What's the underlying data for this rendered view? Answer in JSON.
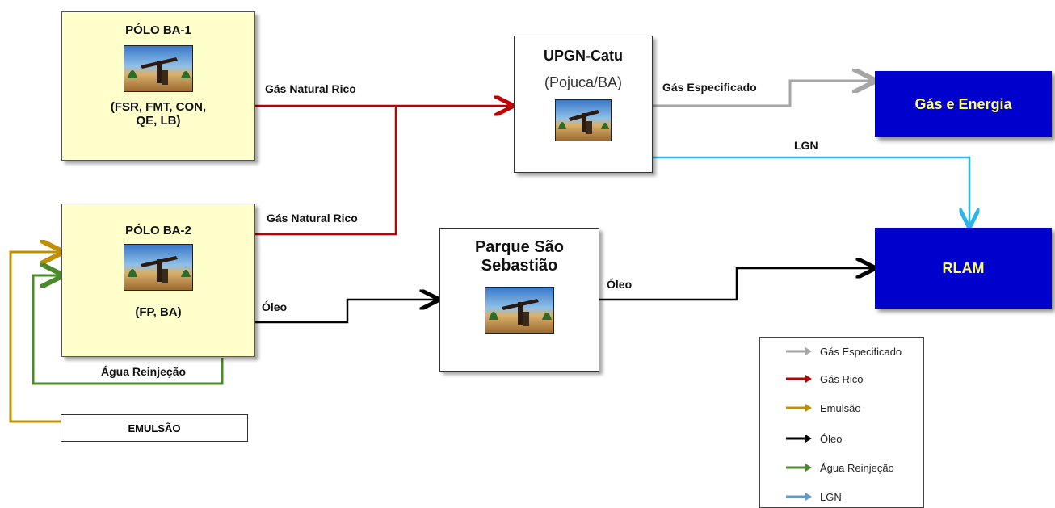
{
  "nodes": {
    "polo_ba1": {
      "title": "PÓLO BA-1",
      "subtitle_line1": "(FSR, FMT, CON,",
      "subtitle_line2": "QE, LB)"
    },
    "polo_ba2": {
      "title": "PÓLO BA-2",
      "subtitle": "(FP, BA)"
    },
    "upgn": {
      "title": "UPGN-Catu",
      "subtitle": "(Pojuca/BA)"
    },
    "parque": {
      "title_line1": "Parque São",
      "title_line2": "Sebastião"
    },
    "gas_energia": {
      "title": "Gás e Energia"
    },
    "rlam": {
      "title": "RLAM"
    },
    "emulsao": {
      "title": "EMULSÃO"
    }
  },
  "flow_labels": {
    "gas_rico_1": "Gás Natural  Rico",
    "gas_rico_2": "Gás Natural Rico",
    "gas_especificado": "Gás Especificado",
    "lgn": "LGN",
    "oleo_1": "Óleo",
    "oleo_2": "Óleo",
    "agua": "Água Reinjeção"
  },
  "colors": {
    "gas_especificado": "#a6a6a6",
    "gas_rico": "#c00000",
    "emulsao": "#c09000",
    "oleo": "#000000",
    "agua": "#4a8a2a",
    "lgn": "#2eb4e8",
    "box_blue": "#0000cc",
    "box_text": "#ffff66"
  },
  "legend": [
    {
      "label": "Gás Especificado",
      "color": "#a6a6a6"
    },
    {
      "label": "Gás Rico",
      "color": "#c00000"
    },
    {
      "label": "Emulsão",
      "color": "#c09000"
    },
    {
      "label": "Óleo",
      "color": "#000000"
    },
    {
      "label": "Água Reinjeção",
      "color": "#4a8a2a"
    },
    {
      "label": "LGN",
      "color": "#5b9bd5"
    }
  ]
}
